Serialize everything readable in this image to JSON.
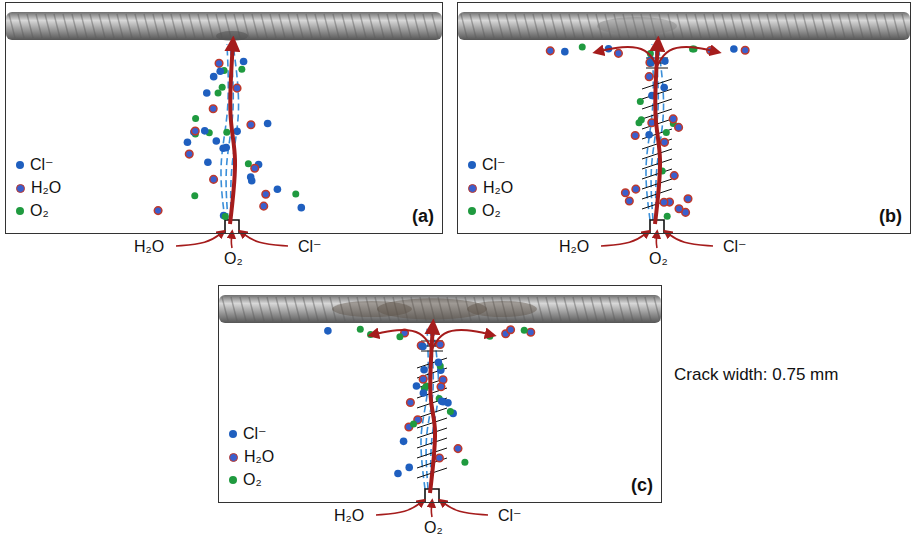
{
  "diagram": {
    "nodes": [
      {
        "text": [
          "(a)"
        ]
      },
      {
        "text": [
          "(b)"
        ]
      },
      {
        "text": [
          "(c)"
        ]
      }
    ],
    "labels": [
      "H₂O",
      "O₂",
      "Cl⁻",
      "H₂O",
      "O₂",
      "Cl⁻",
      "H₂O",
      "O₂",
      "Cl⁻",
      "Crack width: 0.75 mm"
    ],
    "legend": [
      {
        "text": "Cl⁻",
        "color": "#1f5fbf"
      },
      {
        "text": "H₂O"
      },
      {
        "text": "O₂",
        "color": "#1f9a3f"
      },
      {
        "text": "Cl⁻",
        "color": "#1f5fbf"
      },
      {
        "text": "H₂O"
      },
      {
        "text": "O₂",
        "color": "#1f9a3f"
      },
      {
        "text": "Cl⁻",
        "color": "#1f5fbf"
      },
      {
        "text": "H₂O"
      },
      {
        "text": "O₂",
        "color": "#1f9a3f"
      }
    ]
  }
}
